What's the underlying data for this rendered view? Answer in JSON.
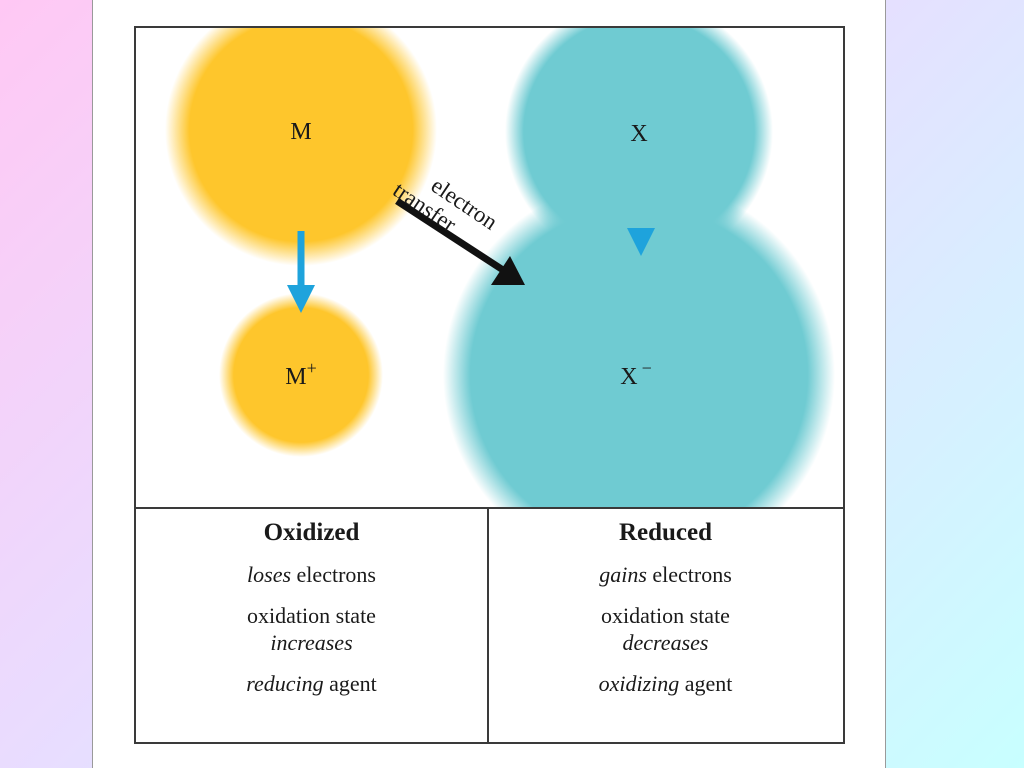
{
  "colors": {
    "metal": "#fec62c",
    "nonmetal": "#6fcbd2",
    "step_arrow": "#1ea3dc",
    "transfer_arrow": "#111111"
  },
  "species": {
    "metal_atom": "M",
    "metal_ion_base": "M",
    "metal_ion_charge": "+",
    "nonmetal_atom": "X",
    "nonmetal_ion_base": "X",
    "nonmetal_ion_charge": "−"
  },
  "transfer": {
    "line1": "electron",
    "line2": "transfer"
  },
  "table": {
    "oxidized": {
      "heading": "Oxidized",
      "row1_em": "loses",
      "row1_rest": " electrons",
      "row2_line1": "oxidation state",
      "row2_line2_em": "increases",
      "row3_em": "reducing",
      "row3_rest": " agent"
    },
    "reduced": {
      "heading": "Reduced",
      "row1_em": "gains",
      "row1_rest": " electrons",
      "row2_line1": "oxidation state",
      "row2_line2_em": "decreases",
      "row3_em": "oxidizing",
      "row3_rest": " agent"
    }
  }
}
